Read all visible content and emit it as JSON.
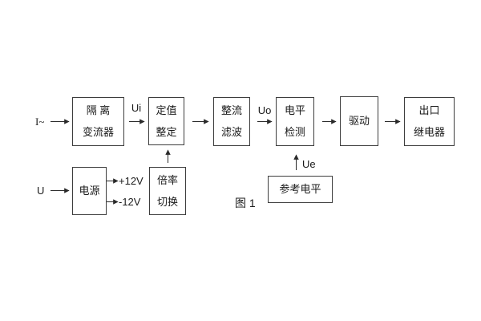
{
  "figure": {
    "caption": "图 1",
    "blocks": {
      "isolation_transformer": {
        "lines": [
          "隔 离",
          "变流器"
        ]
      },
      "setpoint_setting": {
        "lines": [
          "定值",
          "整定"
        ]
      },
      "rectify_filter": {
        "lines": [
          "整流",
          "滤波"
        ]
      },
      "level_detect": {
        "lines": [
          "电平",
          "检测"
        ]
      },
      "drive": {
        "lines": [
          "驱动"
        ]
      },
      "output_relay": {
        "lines": [
          "出口",
          "继电器"
        ]
      },
      "power_supply": {
        "lines": [
          "电源"
        ]
      },
      "ratio_switch": {
        "lines": [
          "倍率",
          "切换"
        ]
      },
      "reference_level": {
        "lines": [
          "参考电平"
        ]
      }
    },
    "labels": {
      "input_current": "I~",
      "input_voltage": "U",
      "ui": "Ui",
      "uo": "Uo",
      "ue": "Ue",
      "plus_12v": "+12V",
      "minus_12v": "-12V"
    },
    "colors": {
      "line": "#2a2a2a",
      "text": "#1a1a1a",
      "background": "#ffffff"
    }
  }
}
